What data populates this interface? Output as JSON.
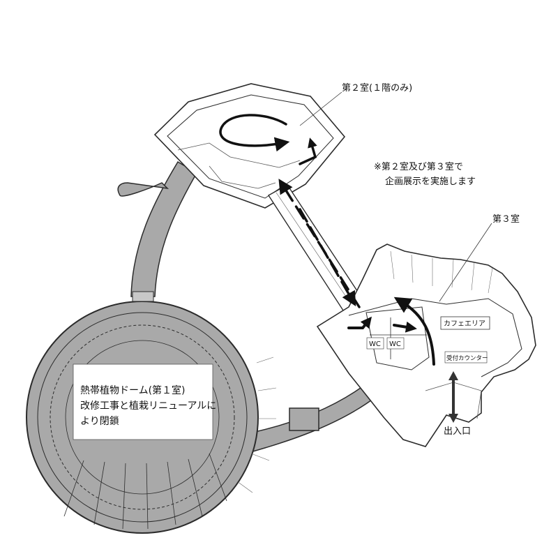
{
  "labels": {
    "room2": "第２室(１階のみ)",
    "note_line1": "※第２室及び第３室で",
    "note_line2": "企画展示を実施します",
    "room3": "第３室",
    "cafe": "カフェエリア",
    "wc_left": "WC",
    "wc_right": "WC",
    "reception": "受付カウンター",
    "entrance": "出入口",
    "dome_line1": "熱帯植物ドーム(第１室)",
    "dome_line2": "改修工事と植栽リニューアルに",
    "dome_line3": "より閉鎖"
  },
  "colors": {
    "closed_area": "#a9a9a9",
    "wall": "#2b2b2b",
    "route_arrow": "#111111",
    "entrance_arrow": "#333333",
    "background": "#ffffff"
  }
}
